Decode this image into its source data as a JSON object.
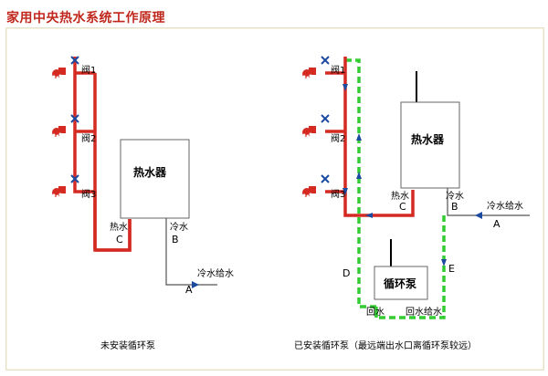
{
  "title": "家用中央热水系统工作原理",
  "left": {
    "valves": [
      "阀1",
      "阀2",
      "阀3"
    ],
    "heater": "热水器",
    "hot_label": "热水",
    "cold_label": "冷水",
    "point_c": "C",
    "point_b": "B",
    "point_a": "A",
    "cold_supply": "冷水给水",
    "caption": "未安装循环泵"
  },
  "right": {
    "valves": [
      "阀1",
      "阀2",
      "阀3"
    ],
    "heater": "热水器",
    "hot_label": "热水",
    "cold_label": "冷水",
    "point_c": "C",
    "point_b": "B",
    "point_a": "A",
    "point_d": "D",
    "point_e": "E",
    "cold_supply": "冷水给水",
    "pump": "循环泵",
    "return_label": "回水",
    "return_cold_label": "回水给水",
    "caption": "已安装循环泵（最远端出水口离循环泵较远）"
  },
  "colors": {
    "hot_pipe": "#d42a22",
    "cold_pipe": "#555555",
    "return_pipe": "#33cc33",
    "title": "#c0281e"
  }
}
